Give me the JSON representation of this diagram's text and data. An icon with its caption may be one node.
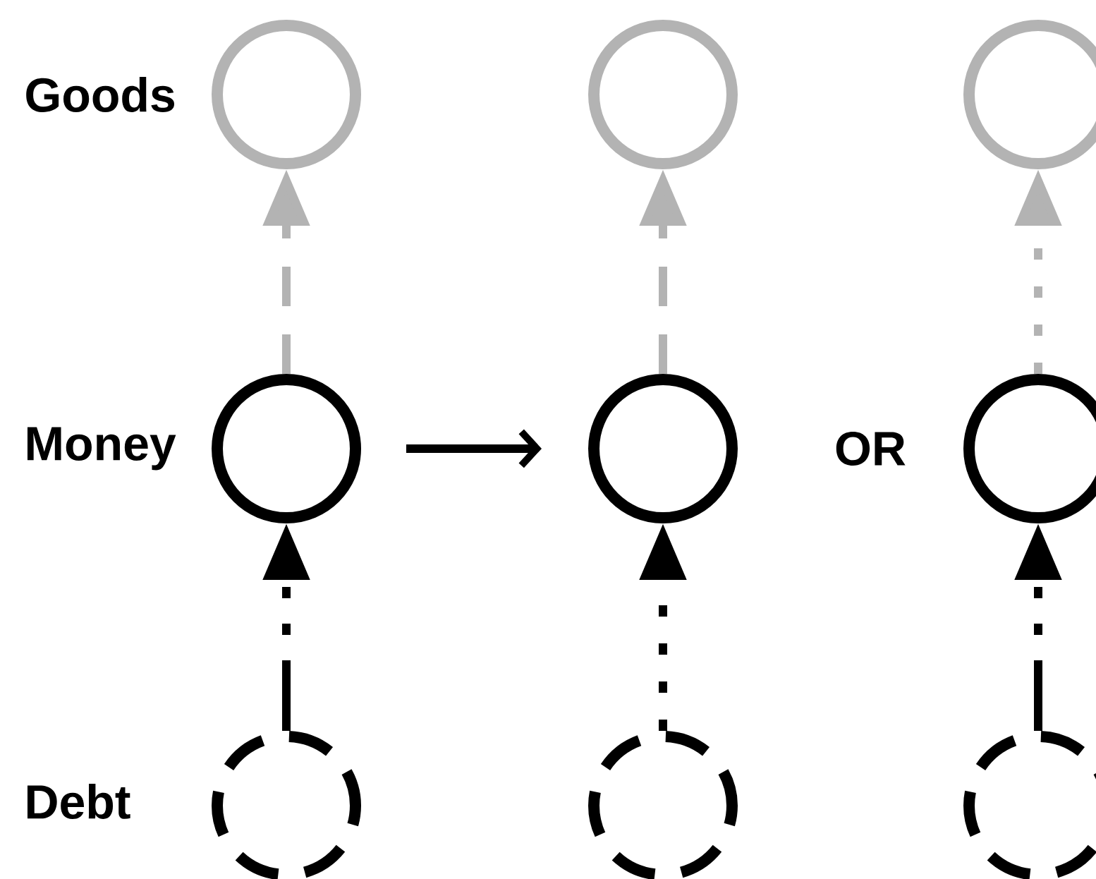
{
  "diagram": {
    "nodes": [
      {
        "text": [],
        "shape": "circle"
      },
      {
        "text": [],
        "shape": "circle"
      },
      {
        "text": [],
        "shape": "circle"
      },
      {
        "text": [],
        "shape": "circle"
      },
      {
        "text": [],
        "shape": "circle"
      },
      {
        "text": [],
        "shape": "circle"
      },
      {
        "text": [],
        "shape": "circle"
      },
      {
        "text": [],
        "shape": "circle"
      },
      {
        "text": [],
        "shape": "circle"
      }
    ],
    "edges": [
      {
        "from": 3,
        "to": 0,
        "arrow": "to",
        "style": "dashed",
        "color": "#b3b3b3"
      },
      {
        "from": 4,
        "to": 1,
        "arrow": "to",
        "style": "dashed",
        "color": "#b3b3b3"
      },
      {
        "from": 5,
        "to": 2,
        "arrow": "to",
        "style": "dashed",
        "color": "#b3b3b3"
      },
      {
        "from": 3,
        "to": 4,
        "arrow": "to"
      },
      {
        "from": 6,
        "to": 3,
        "arrow": "to",
        "style": "dashed"
      },
      {
        "from": 7,
        "to": 4,
        "arrow": "to",
        "style": "dashed"
      },
      {
        "from": 8,
        "to": 5,
        "arrow": "to",
        "style": "dashed"
      }
    ],
    "labels": [
      "Goods",
      "Money",
      "OR",
      "Debt"
    ]
  }
}
